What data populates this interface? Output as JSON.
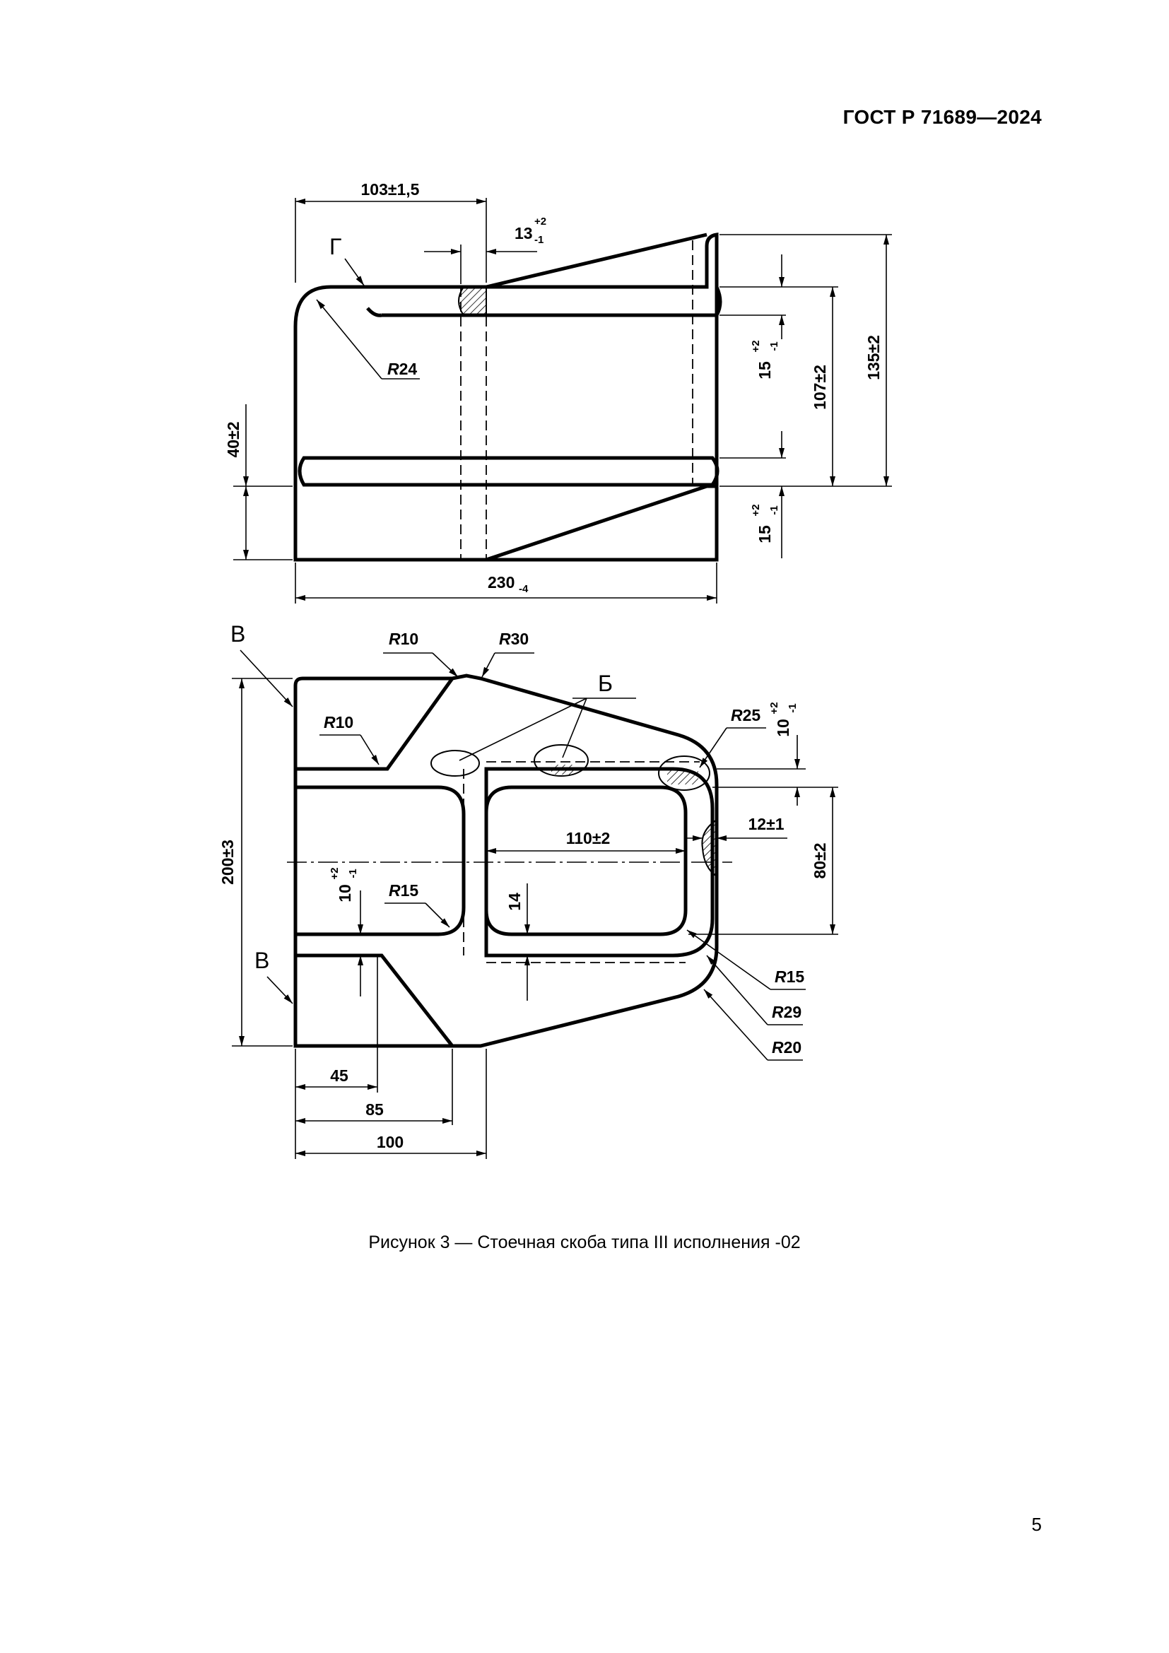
{
  "header": {
    "standard": "ГОСТ Р 71689—2024"
  },
  "figure": {
    "caption": "Рисунок 3 — Стоечная скоба типа III исполнения -02",
    "front_view": {
      "dim_width_top": "103±1,5",
      "dim_slot": {
        "base": "13",
        "upper": "+2",
        "lower": "-1"
      },
      "view_letter": "Г",
      "radius": {
        "italic": "R",
        "value": "24"
      },
      "dim_left_height": "40±2",
      "dim_groove_top": {
        "base": "15",
        "upper": "+2",
        "lower": "-1"
      },
      "dim_groove_bottom": {
        "base": "15",
        "upper": "+2",
        "lower": "-1"
      },
      "dim_height_inner": "107±2",
      "dim_height_total": "135±2",
      "dim_length": {
        "base": "230",
        "lower": "-4"
      }
    },
    "top_view": {
      "view_letter_top": "В",
      "view_letter_bottom": "В",
      "section_letter": "Б",
      "r10_top": {
        "italic": "R",
        "value": "10"
      },
      "r30": {
        "italic": "R",
        "value": "30"
      },
      "r10_left": {
        "italic": "R",
        "value": "10"
      },
      "r25": {
        "italic": "R",
        "value": "25"
      },
      "r15_left": {
        "italic": "R",
        "value": "15"
      },
      "r15_right": {
        "italic": "R",
        "value": "15"
      },
      "r29": {
        "italic": "R",
        "value": "29"
      },
      "r20": {
        "italic": "R",
        "value": "20"
      },
      "dim_width_total": "200±3",
      "dim_top_gap": {
        "base": "10",
        "upper": "+2",
        "lower": "-1"
      },
      "dim_left_gap": {
        "base": "10",
        "upper": "+2",
        "lower": "-1"
      },
      "dim_window_width": "110±2",
      "dim_side_slot": "12±1",
      "dim_window_height": "80±2",
      "dim_thickness": "14",
      "dim_45": "45",
      "dim_85": "85",
      "dim_100": "100"
    }
  },
  "page": {
    "number": "5"
  }
}
